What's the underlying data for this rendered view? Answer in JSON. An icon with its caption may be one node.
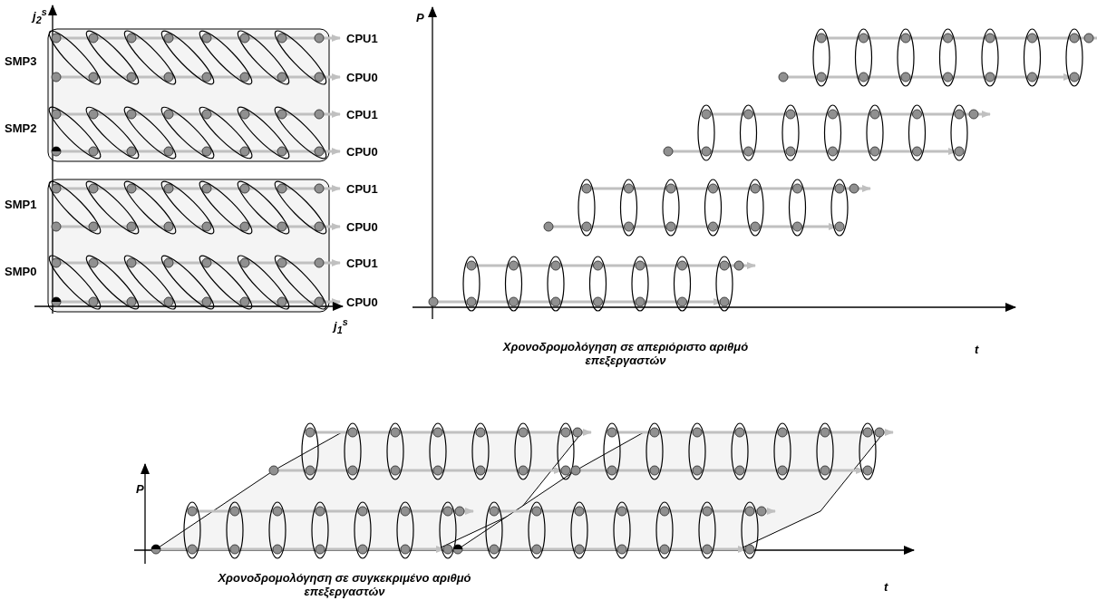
{
  "diagram": {
    "labels": [
      "j$_{2}$$^{s}$",
      "CPU1",
      "SMP3",
      "CPU0",
      "CPU1",
      "SMP2",
      "CPU0",
      "CPU1",
      "SMP1",
      "CPU0",
      "CPU1",
      "SMP0",
      "CPU0",
      "j$_{1}$$^{s}$",
      "P",
      "Χρονοδρομολόγηση σε απεριόριστο αριθμό επεξεργαστών",
      "t",
      "P",
      "Χρονοδρομολόγηση σε συγκεκριμένο αριθμό επεξεργαστών",
      "t"
    ]
  }
}
